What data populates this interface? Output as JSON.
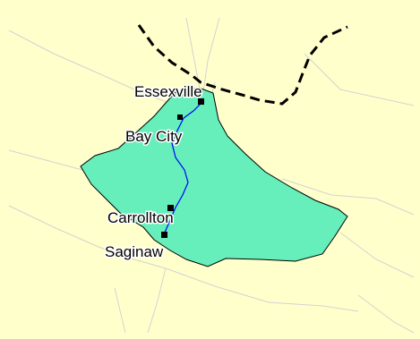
{
  "map": {
    "colors": {
      "land": "#ffffcc",
      "region": "#66eebb",
      "boundary": "#000000",
      "river": "#0000ff",
      "road": "#d3d3d3"
    },
    "cities": [
      {
        "name": "Essexville"
      },
      {
        "name": "Bay City"
      },
      {
        "name": "Carrollton"
      },
      {
        "name": "Saginaw"
      }
    ]
  }
}
